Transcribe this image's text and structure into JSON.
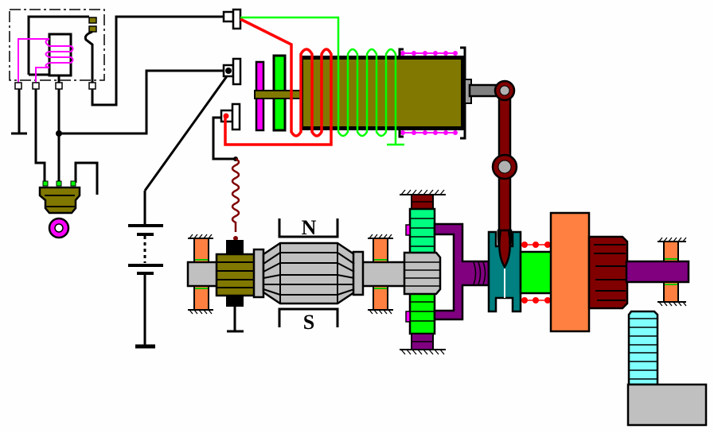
{
  "diagram": {
    "title": "Starter motor with solenoid, relay, ignition switch and battery",
    "labels": {
      "north_pole": "N",
      "south_pole": "S"
    },
    "components": [
      {
        "id": "starter-relay",
        "desc": "relay with coil (dash-dot enclosure)"
      },
      {
        "id": "ignition-switch",
        "desc": "key switch with ring"
      },
      {
        "id": "battery",
        "desc": "battery cells to ground"
      },
      {
        "id": "solenoid",
        "desc": "pull-in (red) and hold-in (green) windings, plunger, contact disc"
      },
      {
        "id": "shift-lever",
        "desc": "drive lever with pivot"
      },
      {
        "id": "motor",
        "desc": "armature with N/S field poles, commutator and brush"
      },
      {
        "id": "planetary-reduction",
        "desc": "gear reduction"
      },
      {
        "id": "overrunning-clutch",
        "desc": "one-way clutch with return spring"
      },
      {
        "id": "pinion",
        "desc": "drive pinion"
      },
      {
        "id": "flywheel-ring-gear",
        "desc": "ring gear segment"
      }
    ],
    "colors": {
      "pull_in_winding": "#ff0000",
      "hold_in_winding": "#00ff00",
      "plunger": "#807800",
      "relay_coil": "#ff00ff",
      "lever": "#800000",
      "bearing": "#ff8040",
      "shaft": "#c0c0c0",
      "clutch_body": "#ff8040",
      "pinion": "#800000",
      "drive_shaft": "#800080",
      "ring_gear": "#80ffff",
      "sleeve": "#008080"
    }
  }
}
